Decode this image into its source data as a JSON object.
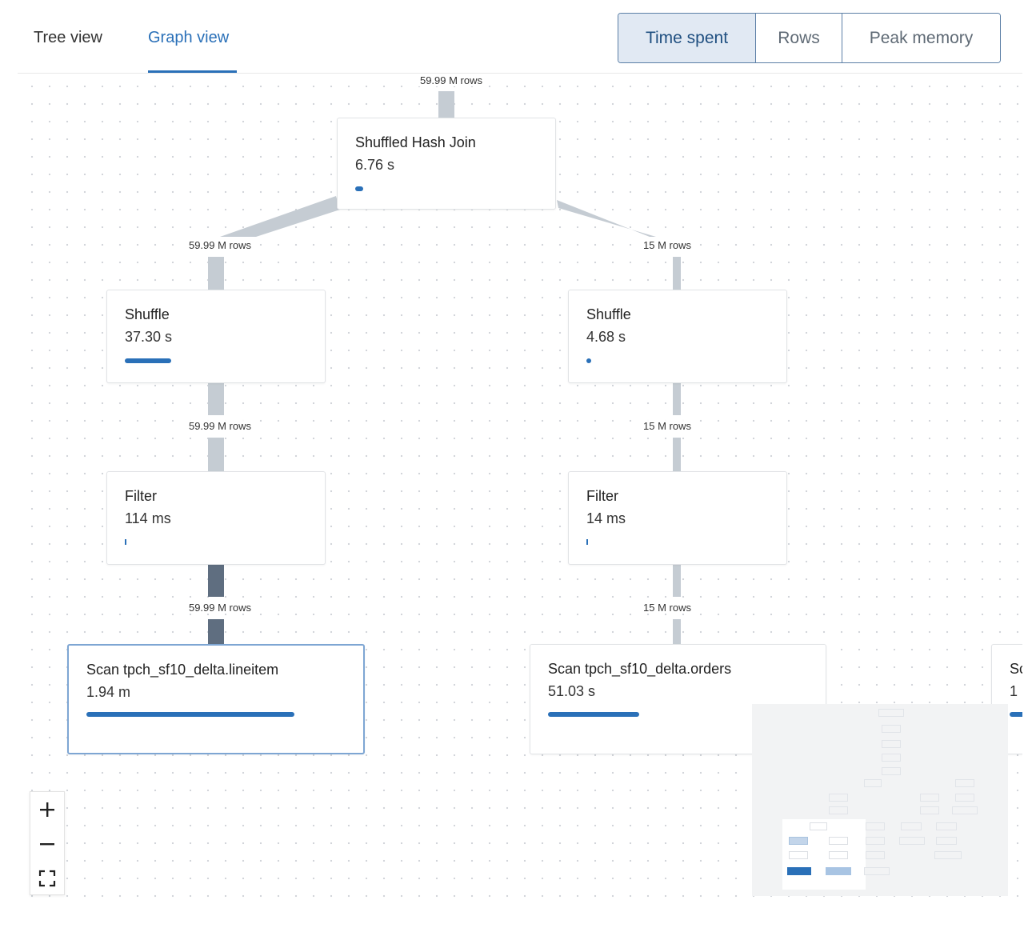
{
  "tabs": {
    "tree": "Tree view",
    "graph": "Graph view"
  },
  "metrics": {
    "time": "Time spent",
    "rows": "Rows",
    "memory": "Peak memory"
  },
  "edges": {
    "top": "59.99 M rows",
    "left1": "59.99 M rows",
    "right1": "15 M rows",
    "left2": "59.99 M rows",
    "right2": "15 M rows",
    "left3": "59.99 M rows",
    "right3": "15 M rows"
  },
  "nodes": {
    "join": {
      "title": "Shuffled Hash Join",
      "metric": "6.76 s",
      "progress": 0.03
    },
    "shuffle_left": {
      "title": "Shuffle",
      "metric": "37.30 s",
      "progress": 0.22
    },
    "shuffle_right": {
      "title": "Shuffle",
      "metric": "4.68 s",
      "progress": 0.02
    },
    "filter_left": {
      "title": "Filter",
      "metric": "114 ms",
      "progress": 0.0
    },
    "filter_right": {
      "title": "Filter",
      "metric": "14 ms",
      "progress": 0.0
    },
    "scan_lineitem": {
      "title": "Scan tpch_sf10_delta.lineitem",
      "metric": "1.94 m",
      "progress": 1.0
    },
    "scan_orders": {
      "title": "Scan tpch_sf10_delta.orders",
      "metric": "51.03 s",
      "progress": 0.44
    },
    "scan_partial": {
      "title": "Sc",
      "metric": "1"
    }
  },
  "colors": {
    "accent": "#2a70b8",
    "edge": "#c5ccd3",
    "edge_dark": "#5f6e80"
  },
  "icons": {
    "zoom_in": "plus-icon",
    "zoom_out": "minus-icon",
    "fit": "fit-screen-icon"
  }
}
